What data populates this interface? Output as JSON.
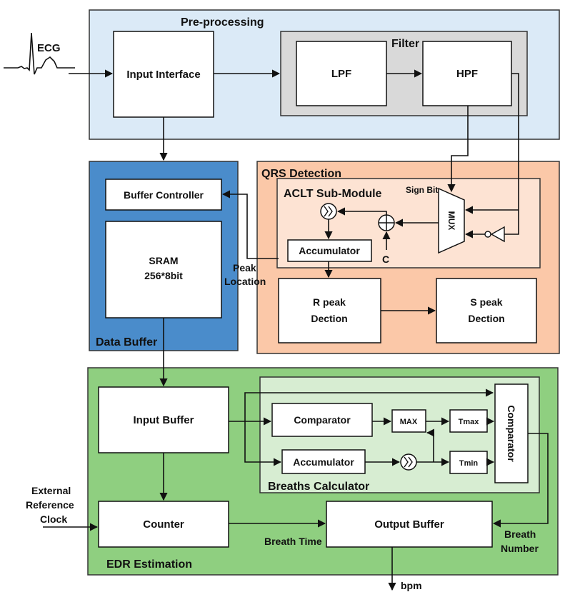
{
  "ecg": {
    "label": "ECG"
  },
  "preprocessing": {
    "title": "Pre-processing",
    "input_interface": "Input Interface",
    "filter_title": "Filter",
    "lpf": "LPF",
    "hpf": "HPF"
  },
  "data_buffer": {
    "title": "Data Buffer",
    "buffer_controller": "Buffer Controller",
    "sram_line1": "SRAM",
    "sram_line2": "256*8bit"
  },
  "qrs": {
    "title": "QRS Detection",
    "aclt_title": "ACLT Sub-Module",
    "sign_bit": "Sign Bit",
    "mux": "MUX",
    "accumulator": "Accumulator",
    "c_label": "C",
    "r_peak_line1": "R peak",
    "r_peak_line2": "Dection",
    "s_peak_line1": "S peak",
    "s_peak_line2": "Dection",
    "peak_location_line1": "Peak",
    "peak_location_line2": "Location"
  },
  "edr": {
    "title": "EDR Estimation",
    "input_buffer": "Input Buffer",
    "counter": "Counter",
    "output_buffer": "Output Buffer",
    "breath_time": "Breath Time",
    "breath_number_line1": "Breath",
    "breath_number_line2": "Number",
    "external_line1": "External",
    "external_line2": "Reference",
    "external_line3": "Clock",
    "bpm": "bpm"
  },
  "breaths_calculator": {
    "title": "Breaths Calculator",
    "comparator": "Comparator",
    "accumulator": "Accumulator",
    "max": "MAX",
    "tmax": "Tmax",
    "tmin": "Tmin",
    "comparator_vertical": "Comparator"
  },
  "colors": {
    "preprocessing_bg": "#dbeaf7",
    "filter_bg": "#d9d9d9",
    "data_buffer_bg": "#4a8ccb",
    "qrs_bg": "#fbc8a8",
    "aclt_bg": "#fde3d3",
    "edr_bg": "#8fcf80",
    "breaths_bg": "#d7edd2"
  }
}
